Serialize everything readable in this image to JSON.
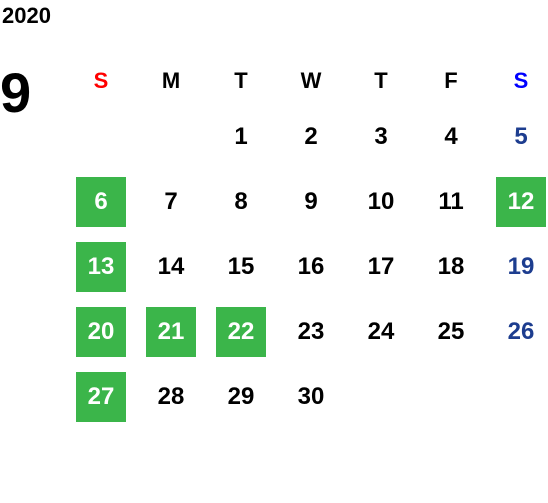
{
  "calendar": {
    "year": "2020",
    "month": "9",
    "weekdays": [
      {
        "label": "S",
        "color": "#ff0000"
      },
      {
        "label": "M",
        "color": "#000000"
      },
      {
        "label": "T",
        "color": "#000000"
      },
      {
        "label": "W",
        "color": "#000000"
      },
      {
        "label": "T",
        "color": "#000000"
      },
      {
        "label": "F",
        "color": "#000000"
      },
      {
        "label": "S",
        "color": "#0000ff"
      }
    ],
    "holiday_color": "#3bb54a",
    "saturday_color": "#1d3d8f",
    "weeks": [
      [
        {
          "day": "",
          "holiday": false
        },
        {
          "day": "",
          "holiday": false
        },
        {
          "day": "1",
          "holiday": false
        },
        {
          "day": "2",
          "holiday": false
        },
        {
          "day": "3",
          "holiday": false
        },
        {
          "day": "4",
          "holiday": false
        },
        {
          "day": "5",
          "holiday": false
        }
      ],
      [
        {
          "day": "6",
          "holiday": true
        },
        {
          "day": "7",
          "holiday": false
        },
        {
          "day": "8",
          "holiday": false
        },
        {
          "day": "9",
          "holiday": false
        },
        {
          "day": "10",
          "holiday": false
        },
        {
          "day": "11",
          "holiday": false
        },
        {
          "day": "12",
          "holiday": true
        }
      ],
      [
        {
          "day": "13",
          "holiday": true
        },
        {
          "day": "14",
          "holiday": false
        },
        {
          "day": "15",
          "holiday": false
        },
        {
          "day": "16",
          "holiday": false
        },
        {
          "day": "17",
          "holiday": false
        },
        {
          "day": "18",
          "holiday": false
        },
        {
          "day": "19",
          "holiday": false
        }
      ],
      [
        {
          "day": "20",
          "holiday": true
        },
        {
          "day": "21",
          "holiday": true
        },
        {
          "day": "22",
          "holiday": true
        },
        {
          "day": "23",
          "holiday": false
        },
        {
          "day": "24",
          "holiday": false
        },
        {
          "day": "25",
          "holiday": false
        },
        {
          "day": "26",
          "holiday": false
        }
      ],
      [
        {
          "day": "27",
          "holiday": true
        },
        {
          "day": "28",
          "holiday": false
        },
        {
          "day": "29",
          "holiday": false
        },
        {
          "day": "30",
          "holiday": false
        },
        {
          "day": "",
          "holiday": false
        },
        {
          "day": "",
          "holiday": false
        },
        {
          "day": "",
          "holiday": false
        }
      ]
    ]
  }
}
